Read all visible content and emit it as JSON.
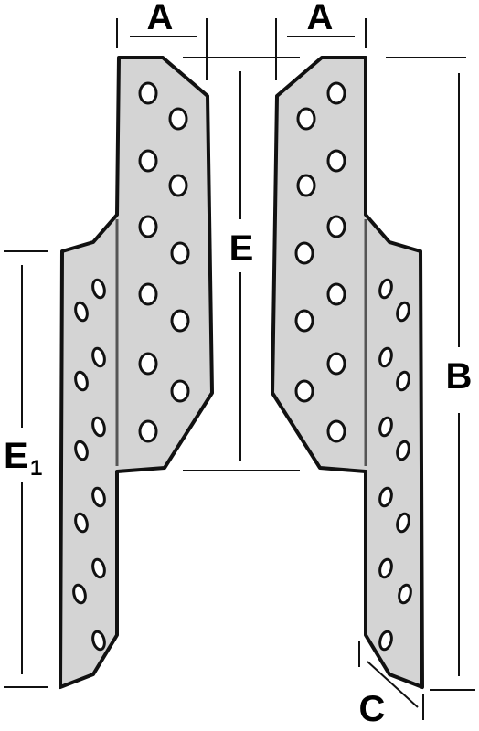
{
  "dimensions": {
    "a_left": "A",
    "a_right": "A",
    "b": "B",
    "c": "C",
    "e": "E",
    "e1_main": "E",
    "e1_sub": "1"
  },
  "colors": {
    "plate_fill": "#d4d4d4",
    "outline": "#111111",
    "hole_fill": "#ffffff",
    "fold_line": "#555555"
  }
}
